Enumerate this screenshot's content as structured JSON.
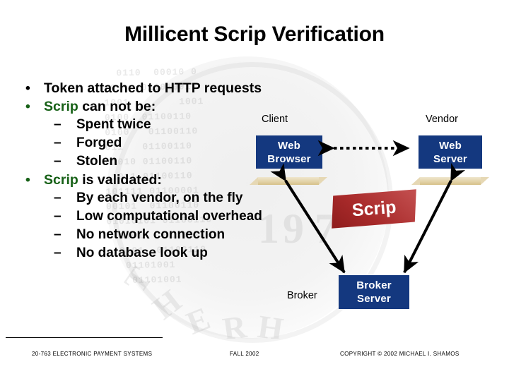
{
  "slide": {
    "title": "Millicent Scrip Verification",
    "bullets": [
      {
        "marker": "•",
        "level": 1,
        "marker_color": "#000000",
        "parts": [
          {
            "text": "Token attached to HTTP requests",
            "color": "#000000"
          }
        ]
      },
      {
        "marker": "•",
        "level": 1,
        "marker_color": "#176117",
        "parts": [
          {
            "text": "Scrip",
            "color": "#176117"
          },
          {
            "text": " can not be:",
            "color": "#000000"
          }
        ]
      },
      {
        "marker": "–",
        "level": 2,
        "marker_color": "#000000",
        "parts": [
          {
            "text": "Spent twice",
            "color": "#000000"
          }
        ]
      },
      {
        "marker": "–",
        "level": 2,
        "marker_color": "#000000",
        "parts": [
          {
            "text": "Forged",
            "color": "#000000"
          }
        ]
      },
      {
        "marker": "–",
        "level": 2,
        "marker_color": "#000000",
        "parts": [
          {
            "text": "Stolen",
            "color": "#000000"
          }
        ]
      },
      {
        "marker": "•",
        "level": 1,
        "marker_color": "#176117",
        "parts": [
          {
            "text": "Scrip",
            "color": "#176117"
          },
          {
            "text": " is validated:",
            "color": "#000000"
          }
        ]
      },
      {
        "marker": "–",
        "level": 2,
        "marker_color": "#000000",
        "parts": [
          {
            "text": "By each vendor, on the fly",
            "color": "#000000"
          }
        ]
      },
      {
        "marker": "–",
        "level": 2,
        "marker_color": "#000000",
        "parts": [
          {
            "text": "Low computational overhead",
            "color": "#000000"
          }
        ]
      },
      {
        "marker": "–",
        "level": 2,
        "marker_color": "#000000",
        "parts": [
          {
            "text": "No network connection",
            "color": "#000000"
          }
        ]
      },
      {
        "marker": "–",
        "level": 2,
        "marker_color": "#000000",
        "parts": [
          {
            "text": "No database look up",
            "color": "#000000"
          }
        ]
      }
    ]
  },
  "diagram": {
    "labels": {
      "client": "Client",
      "vendor": "Vendor",
      "broker": "Broker"
    },
    "boxes": {
      "web_browser": {
        "line1": "Web",
        "line2": "Browser"
      },
      "web_server": {
        "line1": "Web",
        "line2": "Server"
      },
      "broker_server": {
        "line1": "Broker",
        "line2": "Server"
      }
    },
    "scrip_token": "Scrip",
    "colors": {
      "box_fill": "#14387F",
      "box_text": "#ffffff",
      "scrip_fill_dark": "#8e1d1d",
      "scrip_fill_light": "#c45151",
      "slab": "#e3d3a9",
      "arrow": "#000000",
      "accent_green": "#176117"
    },
    "connectors": [
      {
        "name": "browser-to-server",
        "style": "dotted",
        "heads": "both"
      },
      {
        "name": "browser-to-broker",
        "style": "solid",
        "heads": "both"
      },
      {
        "name": "server-to-broker",
        "style": "solid",
        "heads": "both"
      }
    ]
  },
  "watermark": {
    "bits": "  0110  00010 0\n 01   01101001\n1001        1001\n0100  01100110\n0100   01100110\n011   01100110\n01010 01100110\n 1011 01100110\n101111 01100001\n00101  01100110\n01010101 01100110\n  0101   01100110\n  0101  01100110\n   01101001\n    01101001",
    "letters": [
      "T",
      "H",
      "E",
      "R",
      "H",
      "1",
      "9",
      "7"
    ]
  },
  "footer": {
    "left": "20-763 ELECTRONIC PAYMENT SYSTEMS",
    "middle": "FALL 2002",
    "right": "COPYRIGHT © 2002 MICHAEL I. SHAMOS"
  }
}
